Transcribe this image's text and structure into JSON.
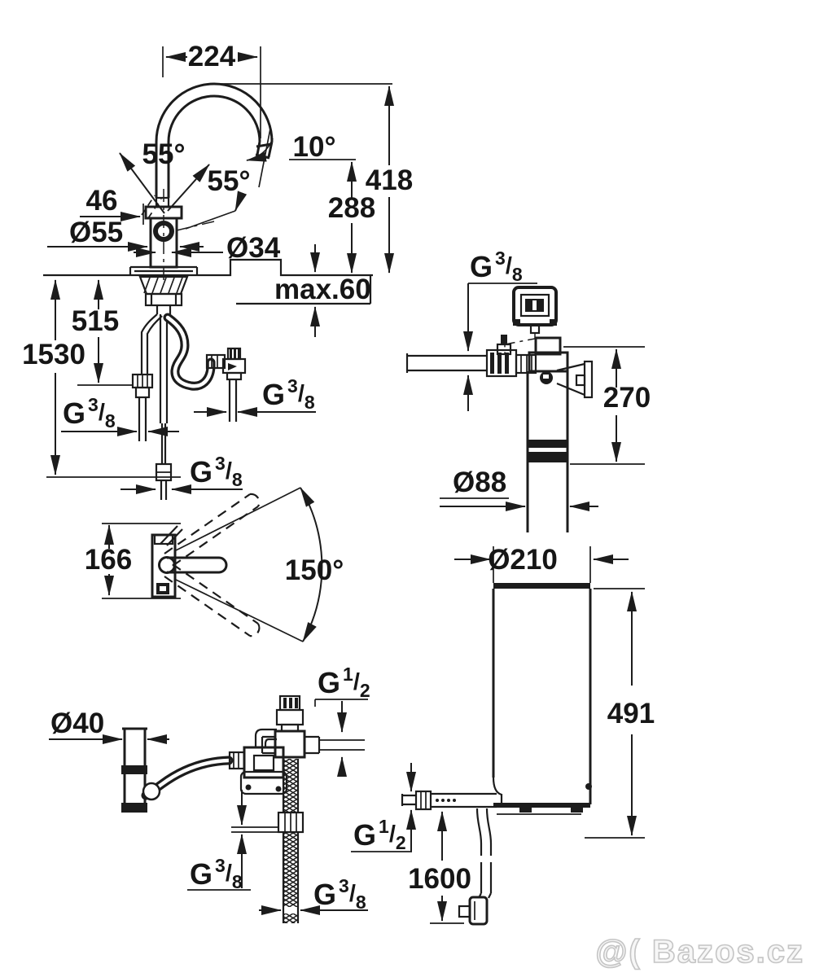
{
  "labels": {
    "dim_224": "224",
    "angle_55_top": "55°",
    "angle_55_mid": "55°",
    "angle_10": "10°",
    "dim_46": "46",
    "dia_55": "Ø55",
    "dia_34": "Ø34",
    "dim_418": "418",
    "dim_288": "288",
    "max_60": "max.60",
    "dim_515": "515",
    "dim_1530": "1530",
    "dim_270": "270",
    "dia_88": "Ø88",
    "dim_166": "166",
    "angle_150": "150°",
    "dia_40": "Ø40",
    "dia_210": "Ø210",
    "dim_491": "491",
    "dim_1600": "1600"
  },
  "threads": {
    "g38": {
      "g": "G",
      "num": "3",
      "slash": "/",
      "den": "8"
    },
    "g12": {
      "g": "G",
      "num": "1",
      "slash": "/",
      "den": "2"
    }
  },
  "watermark": "@( Bazos.cz"
}
